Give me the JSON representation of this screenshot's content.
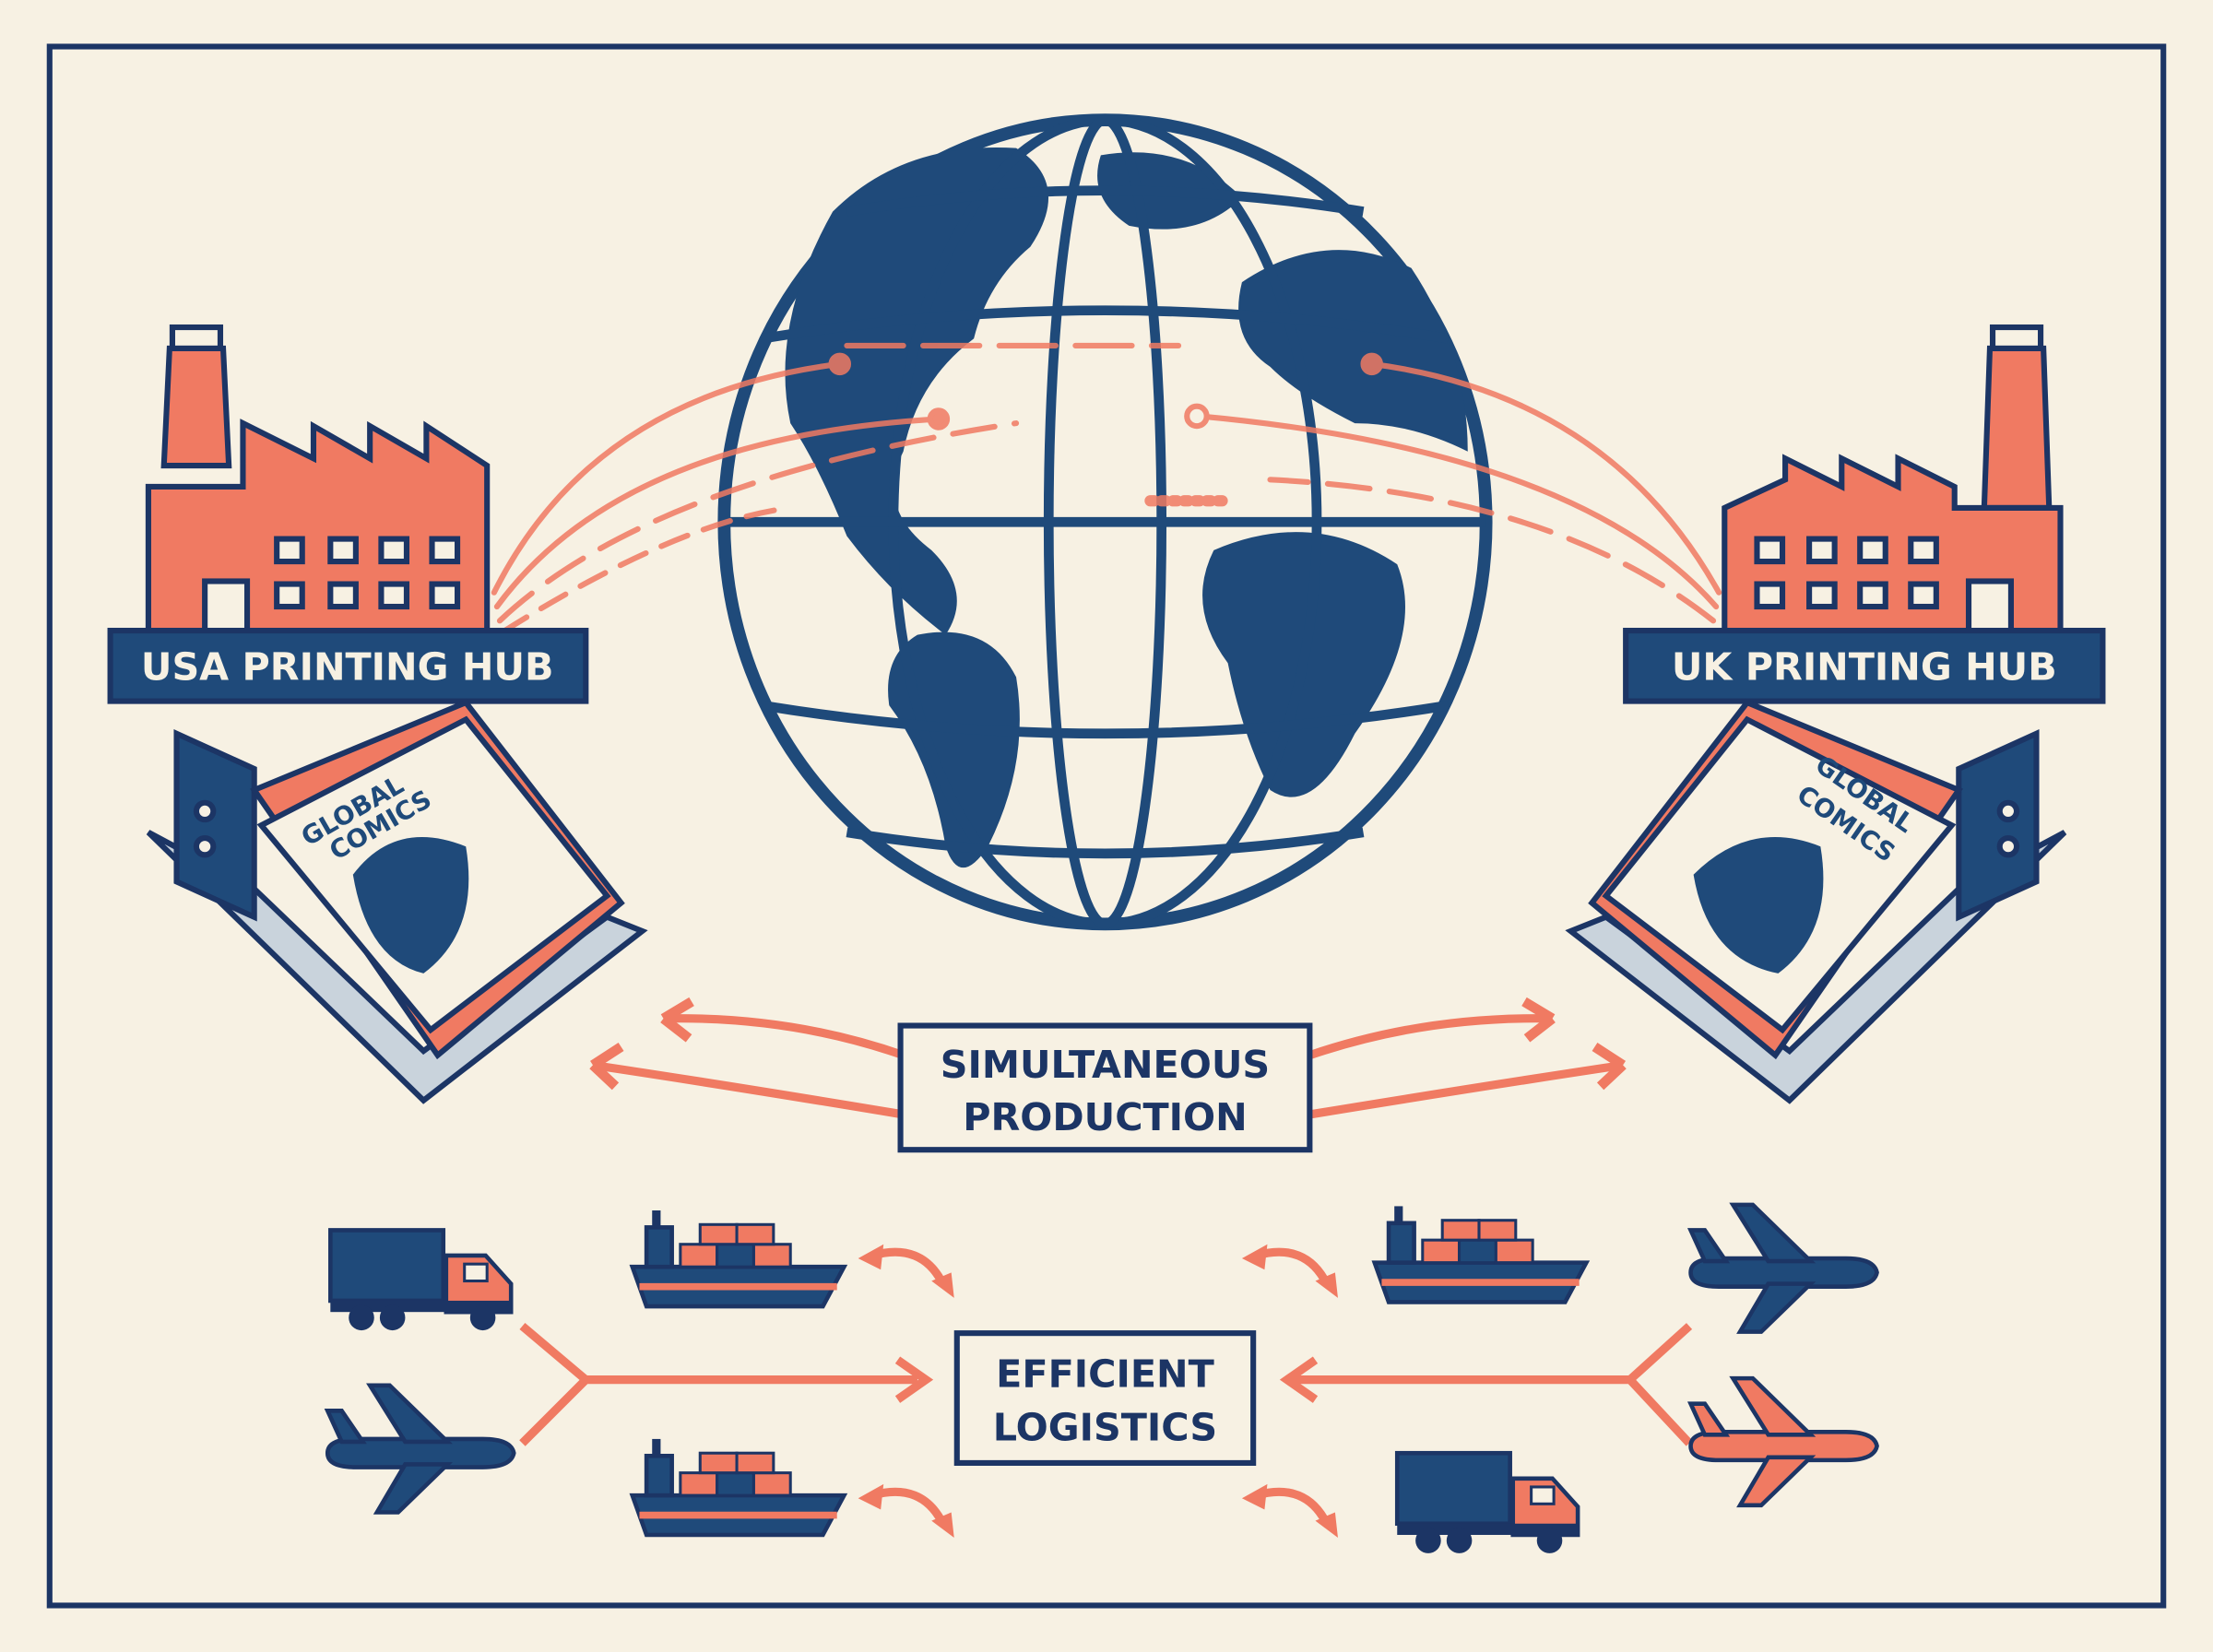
{
  "colors": {
    "background": "#f7f1e3",
    "navy": "#1f4a7a",
    "frame": "#1c3565",
    "coral": "#f07a62",
    "pale": "#c9d3dc"
  },
  "hubs": {
    "usa": {
      "label": "USA PRINTING HUB",
      "comic_title_1": "GLOBAL",
      "comic_title_2": "COMICS"
    },
    "uk": {
      "label": "UK PRINTING HUB",
      "comic_title_1": "GLOBAL",
      "comic_title_2": "COMICS"
    }
  },
  "production": {
    "line1": "SIMULTANEOUS",
    "line2": "PRODUCTION"
  },
  "logistics": {
    "line1": "EFFICIENT",
    "line2": "LOGISTICS"
  },
  "icons": [
    "factory-icon",
    "globe-icon",
    "printing-press-icon",
    "comic-book-icon",
    "truck-icon",
    "cargo-ship-icon",
    "airplane-icon",
    "double-arrow-icon"
  ]
}
